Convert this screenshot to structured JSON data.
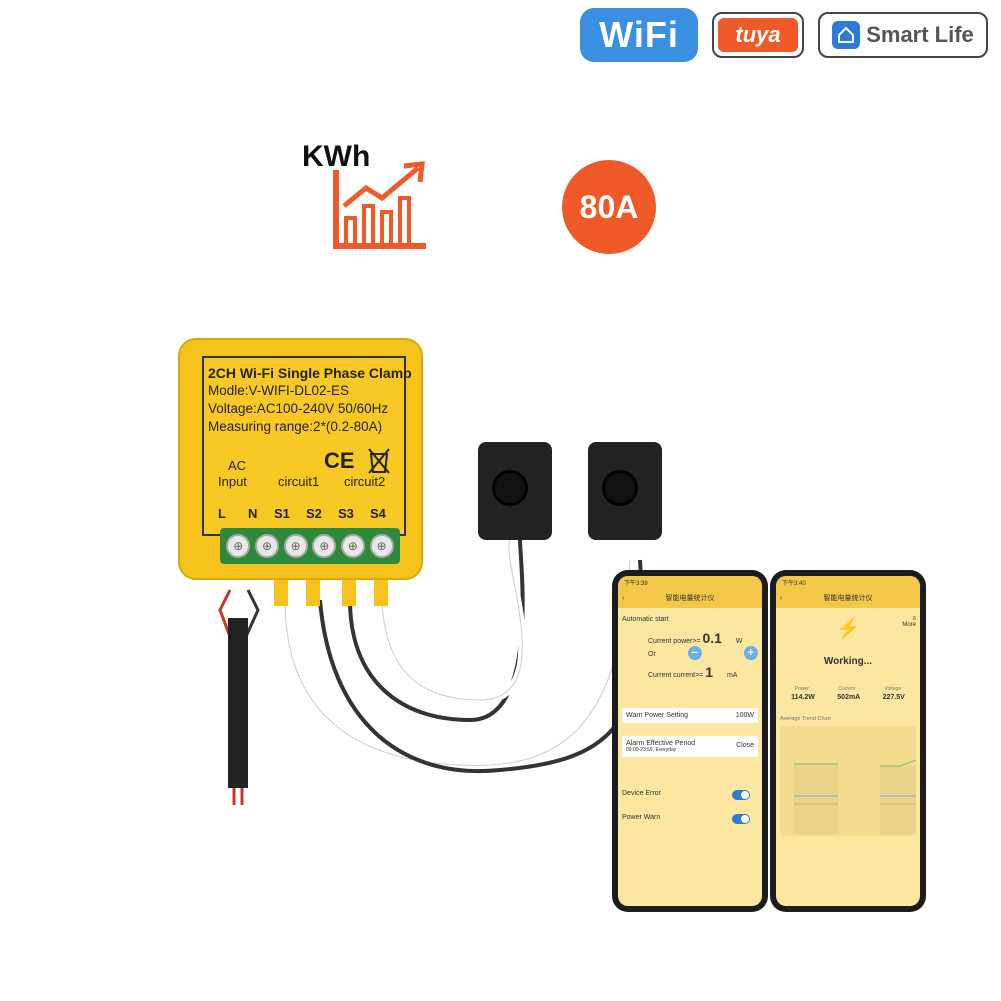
{
  "badges": {
    "wifi": "WiFi",
    "tuya": "tuya",
    "smart_life": "Smart Life"
  },
  "kwh": "KWh",
  "current_rating": "80A",
  "device": {
    "title": "2CH Wi-Fi Single Phase Clamp",
    "model": "Modle:V-WIFI-DL02-ES",
    "voltage": "Voltage:AC100-240V 50/60Hz",
    "range": "Measuring range:2*(0.2-80A)",
    "ce": "CE",
    "ac": "AC",
    "input": "Input",
    "circuit1": "circuit1",
    "circuit2": "circuit2",
    "terminals": [
      "L",
      "N",
      "S1",
      "S2",
      "S3",
      "S4"
    ]
  },
  "phone1": {
    "status": "下午3:39",
    "title": "智能电量统计仪",
    "automatic_start": "Automatic start",
    "current_power": "Current power>=",
    "power_value": "0.1",
    "power_unit": "W",
    "or": "Or",
    "current_current": "Current current>=",
    "current_value": "1",
    "current_unit": "mA",
    "warn_power": "Warn Power Setting",
    "warn_power_value": "100W",
    "alarm_period": "Alarm Effective Period",
    "alarm_sub": "00:00-23:59, Everyday",
    "alarm_close": "Close",
    "device_error": "Device Error",
    "power_warn": "Power Warn"
  },
  "phone2": {
    "status": "下午3:40",
    "title": "智能电量统计仪",
    "more": "More",
    "working": "Working...",
    "power_label": "Power",
    "current_label": "Current",
    "voltage_label": "Voltage",
    "power": "114.2W",
    "current": "502mA",
    "voltage": "227.5V",
    "trend": "Average Trend Chart"
  },
  "colors": {
    "accent": "#f05a28",
    "device": "#f6c21c",
    "wifi": "#3b8fe0",
    "toggle": "#2d7bd8"
  }
}
